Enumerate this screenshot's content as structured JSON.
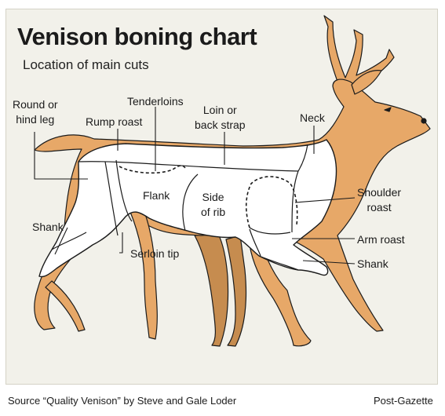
{
  "title": "Venison boning chart",
  "subtitle": "Location of main cuts",
  "colors": {
    "body": "#e7a868",
    "shadow_leg": "#c68c4f",
    "outline": "#1b1b1b",
    "panel": "#f2f1ea"
  },
  "labels": {
    "round": [
      "Round or",
      "hind leg"
    ],
    "rump": "Rump roast",
    "tenderloins": "Tenderloins",
    "loin": [
      "Loin or",
      "back strap"
    ],
    "neck": "Neck",
    "flank": "Flank",
    "side_rib": [
      "Side",
      "of rib"
    ],
    "shoulder": [
      "Shoulder",
      "roast"
    ],
    "shank_left": "Shank",
    "shank_right": "Shank",
    "arm_roast": "Arm roast",
    "sirloin_tip": "Serloin tip"
  },
  "footer": {
    "source": "Source “Quality Venison” by Steve and Gale Loder",
    "credit": "Post-Gazette"
  }
}
